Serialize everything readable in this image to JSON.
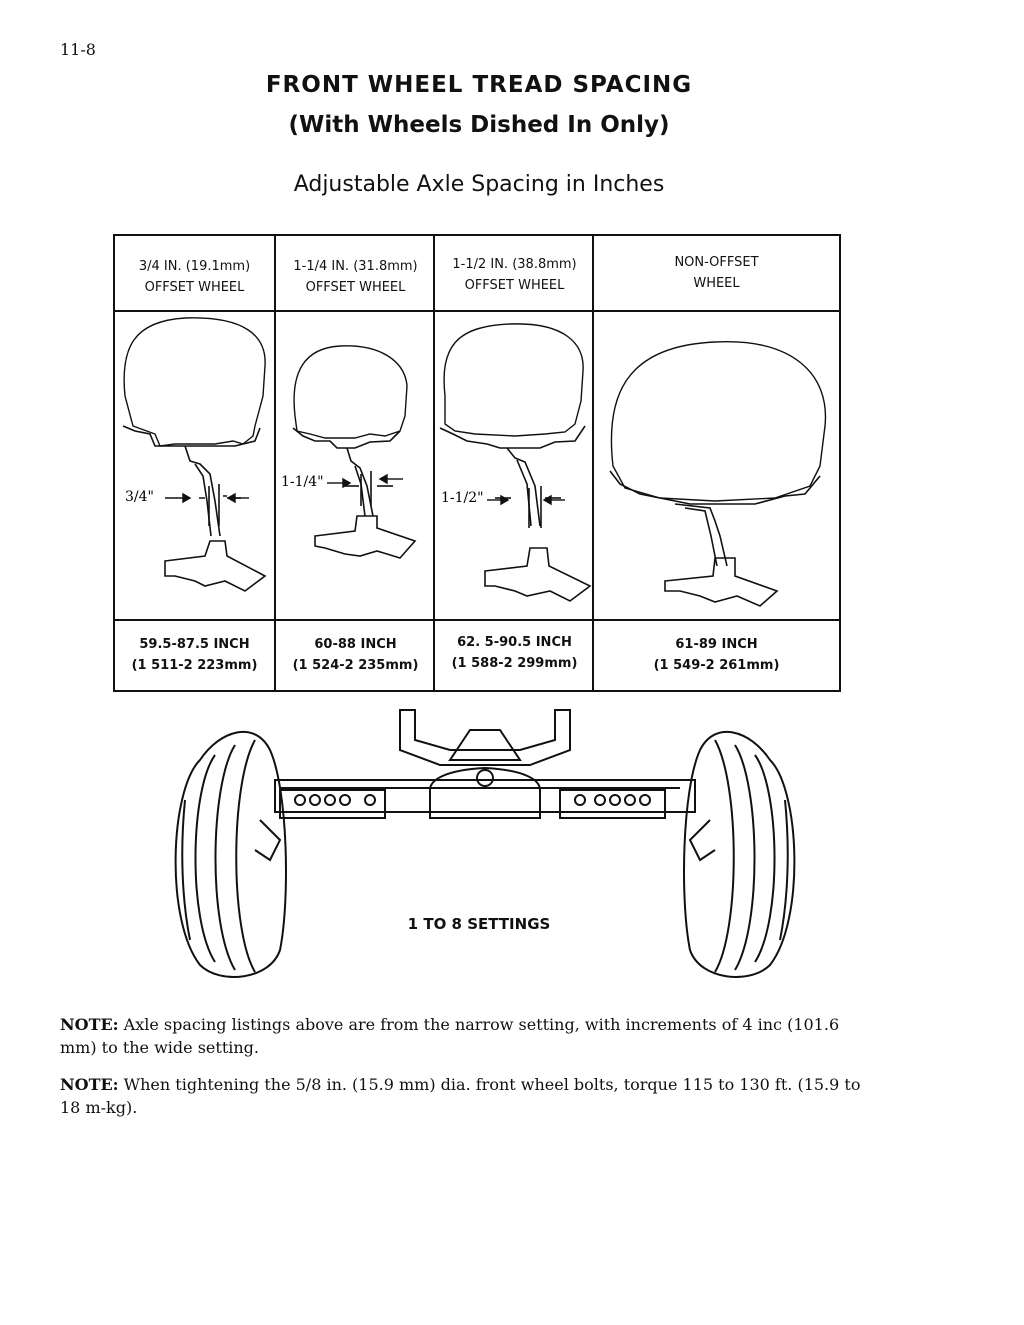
{
  "page_number": "11-8",
  "title": "FRONT WHEEL TREAD SPACING",
  "subtitle": "(With Wheels Dished In Only)",
  "section_heading": "Adjustable Axle Spacing in Inches",
  "columns": [
    {
      "header_line1": "3/4 IN. (19.1mm)",
      "header_line2": "OFFSET WHEEL",
      "offset_label": "3/4\"",
      "range": "59.5-87.5 INCH",
      "range_mm": "(1 511-2 223mm)"
    },
    {
      "header_line1": "1-1/4 IN. (31.8mm)",
      "header_line2": "OFFSET WHEEL",
      "offset_label": "1-1/4\"",
      "range": "60-88 INCH",
      "range_mm": "(1 524-2 235mm)"
    },
    {
      "header_line1": "1-1/2 IN. (38.8mm)",
      "header_line2": "OFFSET WHEEL",
      "offset_label": "1-1/2\"",
      "range": "62. 5-90.5 INCH",
      "range_mm": "(1 588-2 299mm)"
    },
    {
      "header_line1": "NON-OFFSET",
      "header_line2": "WHEEL",
      "offset_label": "",
      "range": "61-89 INCH",
      "range_mm": "(1 549-2 261mm)"
    }
  ],
  "axle_caption": "1 TO 8 SETTINGS",
  "notes": [
    {
      "label": "NOTE:",
      "text": "Axle spacing listings above are from the narrow setting, with increments of 4 inc (101.6 mm) to the wide setting."
    },
    {
      "label": "NOTE:",
      "text": "When tightening the 5/8 in. (15.9 mm) dia. front wheel bolts, torque 115 to 130 ft. (15.9 to 18 m-kg)."
    }
  ]
}
